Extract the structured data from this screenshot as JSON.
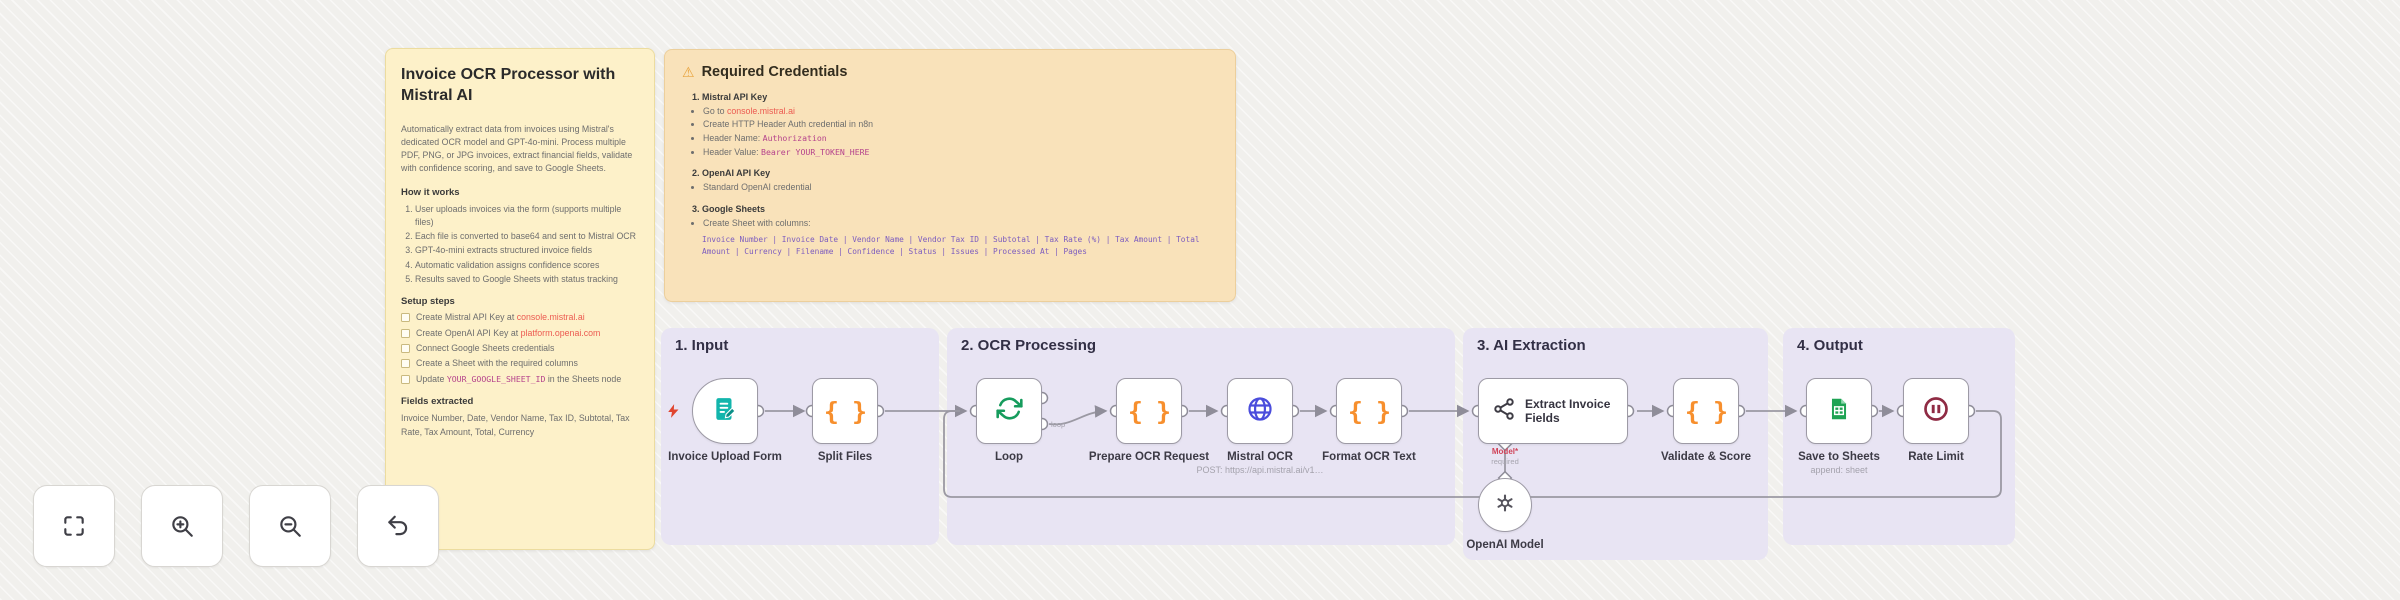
{
  "overview_note": {
    "title": "Invoice OCR Processor with Mistral AI",
    "description": "Automatically extract data from invoices using Mistral's dedicated OCR model and GPT-4o-mini. Process multiple PDF, PNG, or JPG invoices, extract financial fields, validate with confidence scoring, and save to Google Sheets.",
    "how_heading": "How it works",
    "how_steps": [
      "User uploads invoices via the form (supports multiple files)",
      "Each file is converted to base64 and sent to Mistral OCR",
      "GPT-4o-mini extracts structured invoice fields",
      "Automatic validation assigns confidence scores",
      "Results saved to Google Sheets with status tracking"
    ],
    "setup_heading": "Setup steps",
    "setup_steps": [
      {
        "text": "Create Mistral API Key at ",
        "link": "console.mistral.ai"
      },
      {
        "text": "Create OpenAI API Key at ",
        "link": "platform.openai.com"
      },
      {
        "text": "Connect Google Sheets credentials"
      },
      {
        "text": "Create a Sheet with the required columns"
      },
      {
        "text": "Update ",
        "code": "YOUR_GOOGLE_SHEET_ID",
        "suffix": " in the Sheets node"
      }
    ],
    "fields_heading": "Fields extracted",
    "fields_text": "Invoice Number, Date, Vendor Name, Tax ID, Subtotal, Tax Rate, Tax Amount, Total, Currency"
  },
  "credentials_note": {
    "title": "Required Credentials",
    "mistral_heading": "1. Mistral API Key",
    "mistral_bullets": [
      {
        "text": "Go to ",
        "link": "console.mistral.ai"
      },
      {
        "text": "Create HTTP Header Auth credential in n8n"
      },
      {
        "text": "Header Name: ",
        "code": "Authorization"
      },
      {
        "text": "Header Value: ",
        "code": "Bearer YOUR_TOKEN_HERE"
      }
    ],
    "openai_heading": "2. OpenAI API Key",
    "openai_bullets": [
      {
        "text": "Standard OpenAI credential"
      }
    ],
    "sheets_heading": "3. Google Sheets",
    "sheets_bullets": [
      {
        "text": "Create Sheet with columns:"
      }
    ],
    "columns_code": "Invoice Number | Invoice Date | Vendor Name | Vendor Tax ID | Subtotal | Tax Rate (%) | Tax Amount | Total Amount | Currency | Filename | Confidence | Status | Issues | Processed At | Pages"
  },
  "sections": [
    {
      "label": "1. Input"
    },
    {
      "label": "2. OCR Processing"
    },
    {
      "label": "3. AI Extraction"
    },
    {
      "label": "4. Output"
    }
  ],
  "nodes": {
    "upload": {
      "label": "Invoice Upload Form"
    },
    "split": {
      "label": "Split Files"
    },
    "loop": {
      "label": "Loop"
    },
    "prepare": {
      "label": "Prepare OCR Request"
    },
    "mistral": {
      "label": "Mistral OCR",
      "subtitle": "POST: https://api.mistral.ai/v1…"
    },
    "format": {
      "label": "Format OCR Text"
    },
    "extract": {
      "label": "Extract Invoice Fields"
    },
    "validate": {
      "label": "Validate & Score"
    },
    "sheets": {
      "label": "Save to Sheets",
      "subtitle": "append: sheet"
    },
    "rate": {
      "label": "Rate Limit"
    },
    "openai": {
      "label": "OpenAI Model"
    }
  },
  "connections": {
    "loop_output_label": "loop",
    "model_port_label": "Model*",
    "model_port_sublabel": "required"
  },
  "colors": {
    "panel": "#e8e4f3",
    "sticky_yellow": "#fdf1c9",
    "sticky_orange": "#f9e2ba",
    "link": "#ec5b51",
    "code_inline": "#b5438c",
    "code_block": "#7c5cbf",
    "wire": "#9b99a3",
    "icon_code": "#f78f2d",
    "icon_loop": "#169c5d",
    "icon_globe": "#4b4ddc",
    "icon_form": "#12b5ac",
    "icon_sheets": "#1ea353",
    "icon_pause": "#8f2b44",
    "bolt": "#e0452f"
  }
}
